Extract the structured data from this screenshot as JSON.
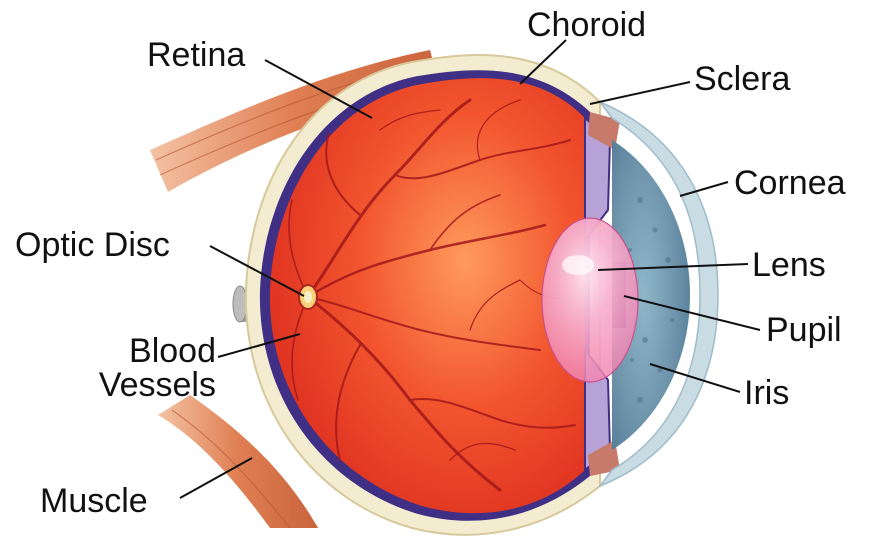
{
  "diagram": {
    "labels": {
      "retina": "Retina",
      "choroid": "Choroid",
      "sclera": "Sclera",
      "cornea": "Cornea",
      "optic_disc": "Optic Disc",
      "lens": "Lens",
      "pupil": "Pupil",
      "blood_line1": "Blood",
      "blood_line2": "Vessels",
      "iris": "Iris",
      "muscle": "Muscle"
    },
    "colors": {
      "retina_red": "#f2452a",
      "sclera": "#f4ecd0",
      "choroid": "#3f2f85",
      "muscle": "#d8764a",
      "iris_blue": "#6d93ac",
      "cornea": "#c9dbe3",
      "vessels": "#a3181b",
      "leader_line": "#111111"
    }
  }
}
